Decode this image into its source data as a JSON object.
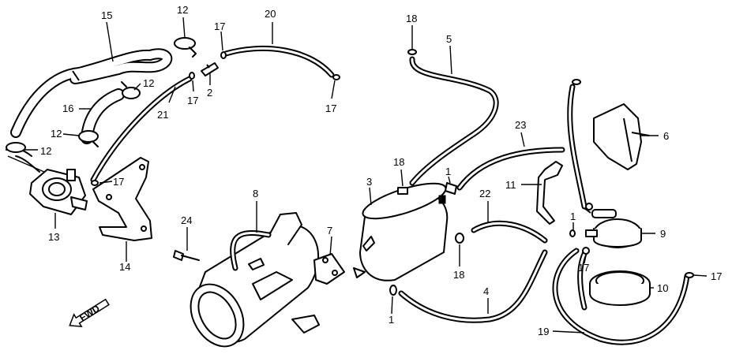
{
  "direction_label": "FWD",
  "callouts": {
    "c1a": "1",
    "c1b": "1",
    "c1c": "1",
    "c2": "2",
    "c3": "3",
    "c4": "4",
    "c5": "5",
    "c6": "6",
    "c7": "7",
    "c8": "8",
    "c9": "9",
    "c10": "10",
    "c11": "11",
    "c12a": "12",
    "c12b": "12",
    "c12c": "12",
    "c12d": "12",
    "c13": "13",
    "c14": "14",
    "c15": "15",
    "c16": "16",
    "c17a": "17",
    "c17b": "17",
    "c17c": "17",
    "c17d": "17",
    "c17e": "17",
    "c17f": "17",
    "c18a": "18",
    "c18b": "18",
    "c18c": "18",
    "c19": "19",
    "c20": "20",
    "c21": "21",
    "c22": "22",
    "c23": "23",
    "c24": "24"
  }
}
